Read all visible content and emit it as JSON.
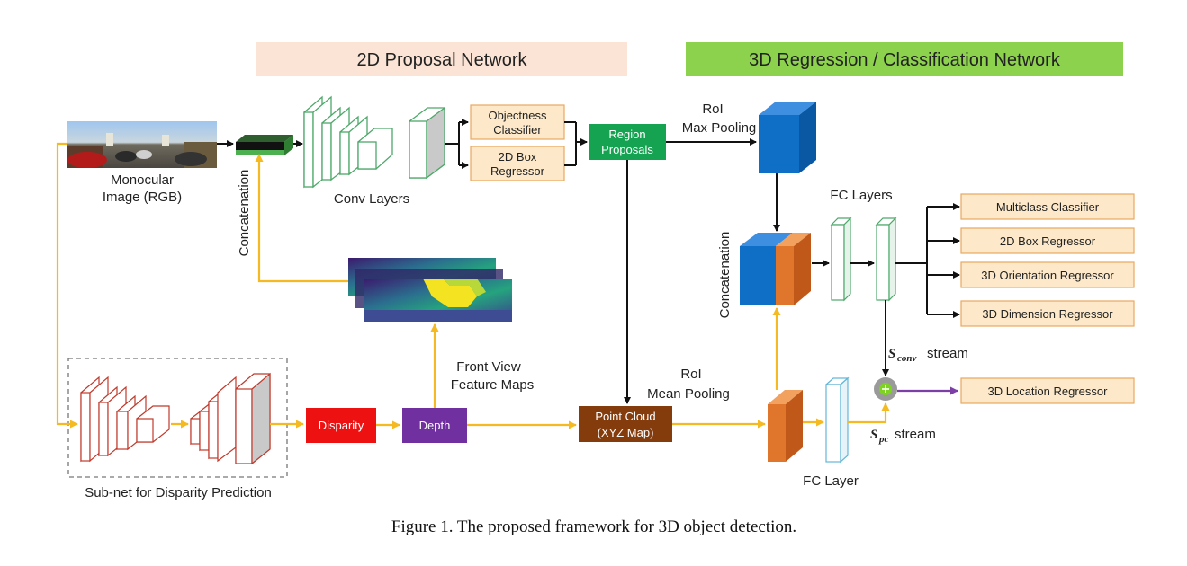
{
  "banners": {
    "proposal": "2D Proposal Network",
    "regression": "3D Regression / Classification Network"
  },
  "inputs": {
    "monocular_line1": "Monocular",
    "monocular_line2": "Image (RGB)"
  },
  "labels": {
    "conv_layers": "Conv Layers",
    "concatenation_left": "Concatenation",
    "concatenation_right": "Concatenation",
    "front_view_line1": "Front View",
    "front_view_line2": "Feature Maps",
    "roi_max_line1": "RoI",
    "roi_max_line2": "Max Pooling",
    "roi_mean_line1": "RoI",
    "roi_mean_line2": "Mean Pooling",
    "fc_layers": "FC Layers",
    "fc_layer": "FC Layer",
    "subnet": "Sub-net for Disparity Prediction"
  },
  "streams": {
    "conv_symbol": "S",
    "conv_sub": "conv",
    "conv_word": "stream",
    "pc_symbol": "S",
    "pc_sub": "pc",
    "pc_word": "stream"
  },
  "proposal_boxes": {
    "objectness_line1": "Objectness",
    "objectness_line2": "Classifier",
    "box2d_line1": "2D Box",
    "box2d_line2": "Regressor",
    "region_line1": "Region",
    "region_line2": "Proposals"
  },
  "pipeline_boxes": {
    "disparity": "Disparity",
    "depth": "Depth",
    "pointcloud_line1": "Point Cloud",
    "pointcloud_line2": "(XYZ Map)"
  },
  "outputs": [
    "Multiclass Classifier",
    "2D Box Regressor",
    "3D Orientation Regressor",
    "3D Dimension Regressor",
    "3D Location Regressor"
  ],
  "caption": "Figure 1. The proposed framework for 3D object detection.",
  "colors": {
    "proposal_banner": "#fbe4d5",
    "regression_banner": "#8dd24d",
    "output_fill": "#fde9c9",
    "output_border": "#e8a860",
    "region_green": "#15a352",
    "disparity_red": "#ee1111",
    "depth_purple": "#7030a0",
    "pointcloud_brown": "#843c0c",
    "blue_cube": "#0f6ec6",
    "orange_cube": "#e0762b",
    "yellow_arrow": "#f5b921",
    "purple_arrow": "#7b3fa6"
  }
}
